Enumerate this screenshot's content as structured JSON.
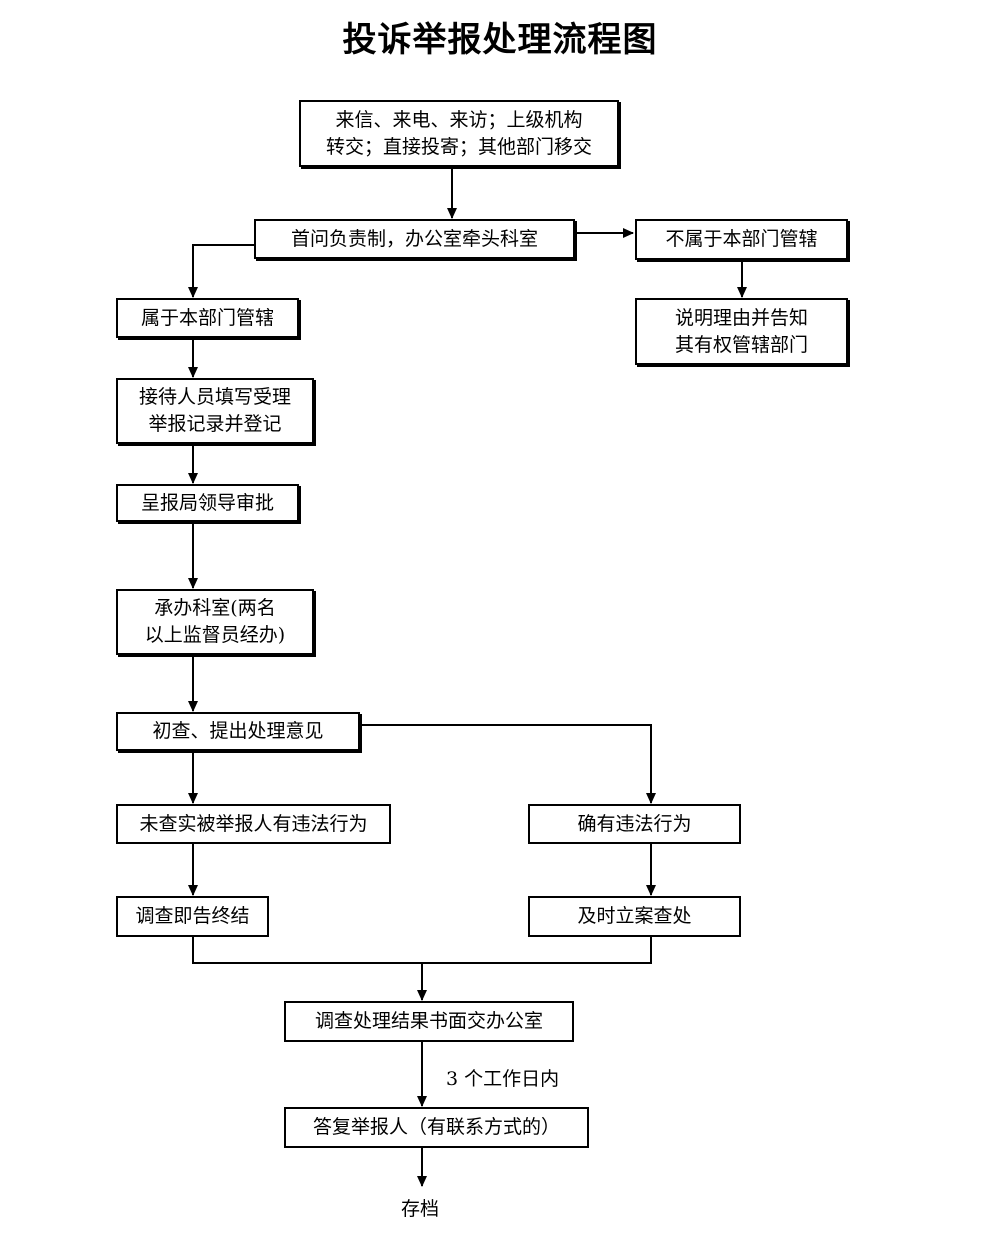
{
  "title": "投诉举报处理流程图",
  "nodes": {
    "sources": [
      "来信、来电、来访；上级机构",
      "转交；直接投寄；其他部门移交"
    ],
    "first_contact": "首问负责制，办公室牵头科室",
    "not_in_jurisdiction": "不属于本部门管辖",
    "explain_notify": [
      "说明理由并告知",
      "其有权管辖部门"
    ],
    "in_jurisdiction": "属于本部门管辖",
    "register": [
      "接待人员填写受理",
      "举报记录并登记"
    ],
    "approval": "呈报局领导审批",
    "undertake": [
      "承办科室(两名",
      "以上监督员经办)"
    ],
    "preliminary": "初查、提出处理意见",
    "no_violation": "未查实被举报人有违法行为",
    "violation": "确有违法行为",
    "terminate": "调查即告终结",
    "file_case": "及时立案查处",
    "written_result": "调查处理结果书面交办公室",
    "reply": "答复举报人（有联系方式的）",
    "archive": "存档"
  },
  "edge_labels": {
    "deadline": "3 个工作日内"
  }
}
